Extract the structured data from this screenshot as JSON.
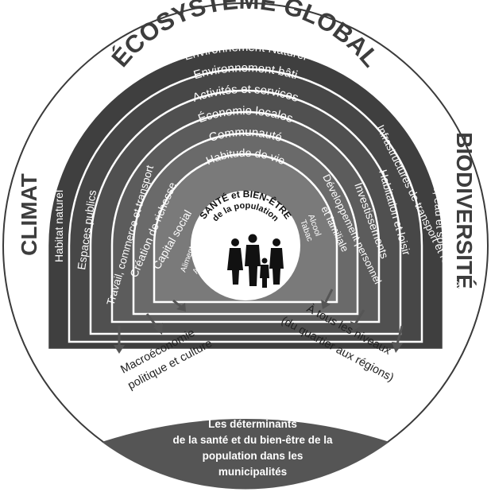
{
  "titles": {
    "top": "ÉCOSYSTÈME GLOBAL",
    "left": "CLIMAT",
    "right": "BIODIVERSITÉ"
  },
  "arcs": [
    "Environnement Naturel",
    "Environnement bâti",
    "Activités et services",
    "Économie locales",
    "Communauté",
    "Habitude de vie"
  ],
  "center": {
    "line1": "SANTÉ et BIEN-ÊTRE",
    "line2": "de la population"
  },
  "left_labels": [
    "Habitat naturel",
    "Espaces publics",
    "Travail, commerce et transport",
    "Création de richesse",
    "Capital social",
    "Alimentation",
    "Activité physique"
  ],
  "right_labels": [
    "Air, eau et sol",
    "Infrastructures de transport et résiduelles",
    "Habitation et loisir",
    "Investissements",
    "Développement personnel",
    "et familiale",
    "Alcool",
    "Tabac"
  ],
  "notes": {
    "left_1": "Macroéconomie",
    "left_2": "politique et culture",
    "right_1": "À tous les niveaux",
    "right_2": "(du quartier aux régions)"
  },
  "footer": {
    "line1": "Les déterminants",
    "line2": "de la santé et du bien-être de la",
    "line3": "population dans les",
    "line4": "municipalités"
  },
  "colors": {
    "ring_dark": "#3f3f3f",
    "ring_mid": "#555555",
    "ring_light": "#6e6e6e",
    "ring_lighter": "#858585",
    "footer": "#555555"
  }
}
